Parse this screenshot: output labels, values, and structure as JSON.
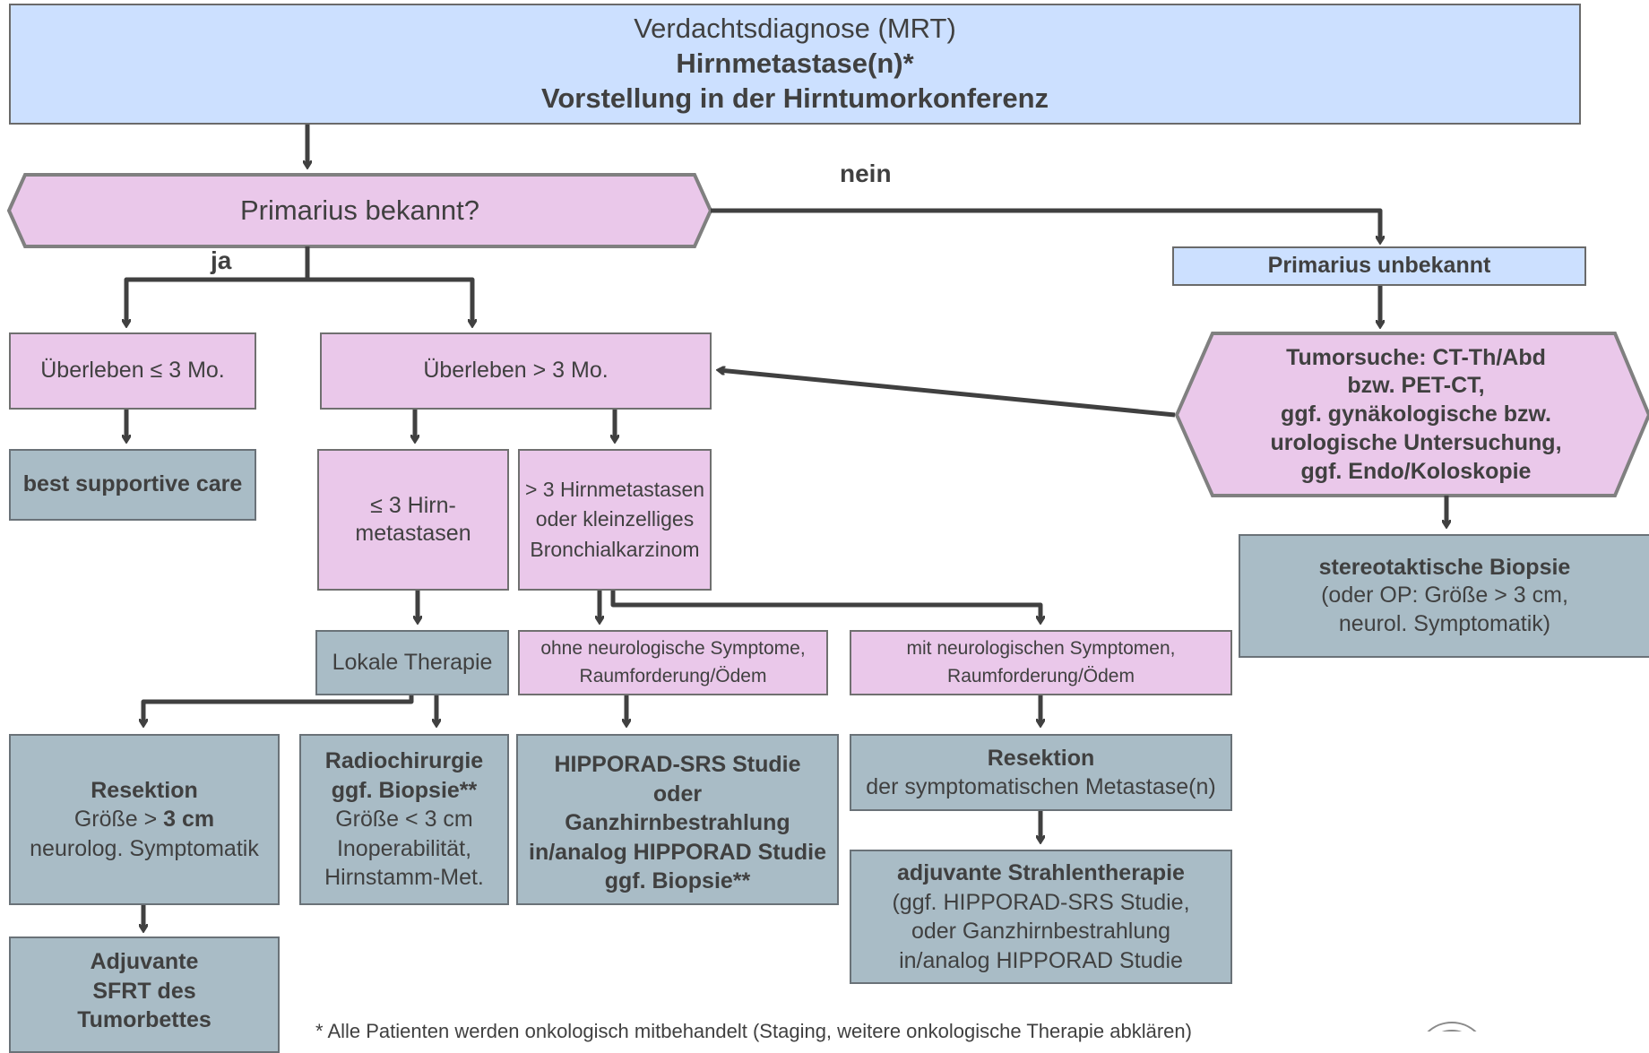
{
  "top": {
    "line1": "Verdachtsdiagnose (MRT)",
    "line2": "Hirnmetastase(n)*",
    "line3": "Vorstellung in der Hirntumorkonferenz"
  },
  "decision": {
    "question": "Primarius bekannt?",
    "yes": "ja",
    "no": "nein"
  },
  "unknown": {
    "title": "Primarius unbekannt",
    "search": [
      "Tumorsuche: CT-Th/Abd",
      "bzw. PET-CT,",
      "ggf. gynäkologische bzw.",
      "urologische Untersuchung,",
      "ggf. Endo/Koloskopie"
    ],
    "biopsy_title": "stereotaktische Biopsie",
    "biopsy_l2": "(oder OP: Größe > 3 cm,",
    "biopsy_l3": "neurol. Symptomatik)"
  },
  "survival": {
    "short": "Überleben  ≤ 3 Mo.",
    "long": "Überleben  > 3 Mo."
  },
  "bsc": "best supportive care",
  "few": {
    "l1": "≤ 3 Hirn-",
    "l2": "metastasen"
  },
  "many": {
    "l1": "> 3 Hirnmetastasen",
    "l2": "oder kleinzelliges",
    "l3": "Bronchialkarzinom"
  },
  "lokal": "Lokale Therapie",
  "ohne": {
    "l1": "ohne neurologische Symptome,",
    "l2": "Raumforderung/Ödem"
  },
  "mit": {
    "l1": "mit neurologischen Symptomen,",
    "l2": "Raumforderung/Ödem"
  },
  "resektion": {
    "title": "Resektion",
    "l2a": "Größe > ",
    "l2b": "3 cm",
    "l3": "neurolog.  Symptomatik"
  },
  "radio": {
    "l1": "Radiochirurgie",
    "l2": "ggf. Biopsie**",
    "l3": "Größe < 3 cm",
    "l4": "Inoperabilität,",
    "l5": "Hirnstamm-Met."
  },
  "hipporad": {
    "l1": "HIPPORAD-SRS  Studie",
    "l2": "oder",
    "l3": "Ganzhirnbestrahlung",
    "l4": "in/analog HIPPORAD Studie",
    "l5": "ggf. Biopsie**"
  },
  "resektion2": {
    "title": "Resektion",
    "l2": "der symptomatischen Metastase(n)"
  },
  "adjuvant": {
    "l1": "adjuvante Strahlentherapie",
    "l2": "(ggf. HIPPORAD-SRS  Studie,",
    "l3": "oder Ganzhirnbestrahlung",
    "l4": "in/analog HIPPORAD Studie"
  },
  "sfrt": {
    "l1": "Adjuvante",
    "l2": "SFRT des",
    "l3": "Tumorbettes"
  },
  "footnote": "* Alle Patienten werden onkologisch mitbehandelt (Staging, weitere onkologische Therapie abklären)"
}
